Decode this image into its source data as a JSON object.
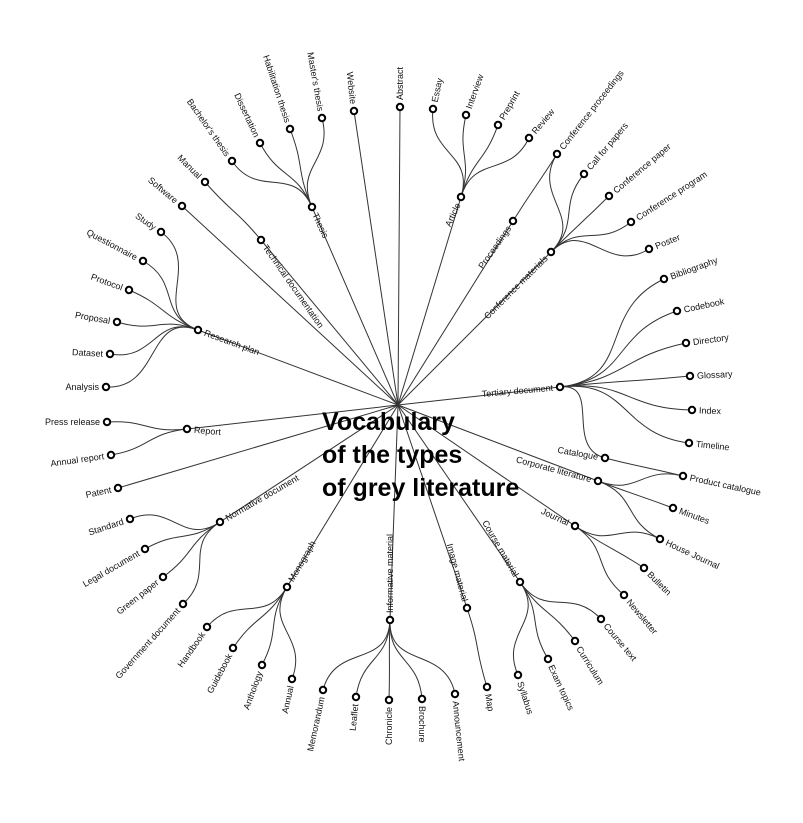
{
  "title": {
    "lines": [
      "Vocabulary",
      "of the types",
      "of grey literature"
    ]
  },
  "nodes": [
    {
      "label": "Thesis",
      "parents": [
        -1
      ]
    },
    {
      "label": "Bachelor's thesis",
      "parents": [
        0
      ]
    },
    {
      "label": "Dissertation",
      "parents": [
        0
      ]
    },
    {
      "label": "Habilitation thesis",
      "parents": [
        0
      ]
    },
    {
      "label": "Master's thesis",
      "parents": [
        0
      ]
    },
    {
      "label": "Website",
      "parents": [
        -1
      ]
    },
    {
      "label": "Abstract",
      "parents": [
        -1
      ]
    },
    {
      "label": "Article",
      "parents": [
        -1
      ]
    },
    {
      "label": "Essay",
      "parents": [
        7
      ]
    },
    {
      "label": "Interview",
      "parents": [
        7
      ]
    },
    {
      "label": "Preprint",
      "parents": [
        7
      ]
    },
    {
      "label": "Review",
      "parents": [
        7
      ]
    },
    {
      "label": "Proceedings",
      "parents": [
        -1
      ]
    },
    {
      "label": "Conference proceedings",
      "parents": [
        12,
        14
      ]
    },
    {
      "label": "Conference materials",
      "parents": [
        -1
      ]
    },
    {
      "label": "Call for papers",
      "parents": [
        14
      ]
    },
    {
      "label": "Conference paper",
      "parents": [
        14
      ]
    },
    {
      "label": "Conference program",
      "parents": [
        14
      ]
    },
    {
      "label": "Poster",
      "parents": [
        14
      ]
    },
    {
      "label": "Tertiary document",
      "parents": [
        -1
      ]
    },
    {
      "label": "Bibliography",
      "parents": [
        19
      ]
    },
    {
      "label": "Codebook",
      "parents": [
        19
      ]
    },
    {
      "label": "Directory",
      "parents": [
        19
      ]
    },
    {
      "label": "Glossary",
      "parents": [
        19
      ]
    },
    {
      "label": "Index",
      "parents": [
        19
      ]
    },
    {
      "label": "Timeline",
      "parents": [
        19
      ]
    },
    {
      "label": "Catalogue",
      "parents": [
        19
      ]
    },
    {
      "label": "Corporate literature",
      "parents": [
        -1
      ]
    },
    {
      "label": "Product catalogue",
      "parents": [
        26,
        27
      ]
    },
    {
      "label": "Minutes",
      "parents": [
        27
      ]
    },
    {
      "label": "House Journal",
      "parents": [
        27,
        31
      ]
    },
    {
      "label": "Journal",
      "parents": [
        -1
      ]
    },
    {
      "label": "Bulletin",
      "parents": [
        31
      ]
    },
    {
      "label": "Newsletter",
      "parents": [
        31
      ]
    },
    {
      "label": "Course material",
      "parents": [
        -1
      ]
    },
    {
      "label": "Course text",
      "parents": [
        34
      ]
    },
    {
      "label": "Curriculum",
      "parents": [
        34
      ]
    },
    {
      "label": "Exam topics",
      "parents": [
        34
      ]
    },
    {
      "label": "Syllabus",
      "parents": [
        34
      ]
    },
    {
      "label": "Image material",
      "parents": [
        -1
      ]
    },
    {
      "label": "Map",
      "parents": [
        39
      ]
    },
    {
      "label": "Informative material",
      "parents": [
        -1
      ]
    },
    {
      "label": "Memorandum",
      "parents": [
        41
      ]
    },
    {
      "label": "Leaflet",
      "parents": [
        41
      ]
    },
    {
      "label": "Chronicle",
      "parents": [
        41
      ]
    },
    {
      "label": "Brochure",
      "parents": [
        41
      ]
    },
    {
      "label": "Announcement",
      "parents": [
        41
      ]
    },
    {
      "label": "Monograph",
      "parents": [
        -1
      ]
    },
    {
      "label": "Handbook",
      "parents": [
        47
      ]
    },
    {
      "label": "Guidebook",
      "parents": [
        47
      ]
    },
    {
      "label": "Anthology",
      "parents": [
        47
      ]
    },
    {
      "label": "Annual",
      "parents": [
        47
      ]
    },
    {
      "label": "Normative document",
      "parents": [
        -1
      ]
    },
    {
      "label": "Standard",
      "parents": [
        52
      ]
    },
    {
      "label": "Legal document",
      "parents": [
        52
      ]
    },
    {
      "label": "Green paper",
      "parents": [
        52
      ]
    },
    {
      "label": "Government document",
      "parents": [
        52
      ]
    },
    {
      "label": "Patent",
      "parents": [
        -1
      ]
    },
    {
      "label": "Report",
      "parents": [
        -1
      ]
    },
    {
      "label": "Press release",
      "parents": [
        58
      ]
    },
    {
      "label": "Annual report",
      "parents": [
        58
      ]
    },
    {
      "label": "Research plan",
      "parents": [
        -1
      ]
    },
    {
      "label": "Study",
      "parents": [
        61
      ]
    },
    {
      "label": "Questionnaire",
      "parents": [
        61
      ]
    },
    {
      "label": "Protocol",
      "parents": [
        61
      ]
    },
    {
      "label": "Proposal",
      "parents": [
        61
      ]
    },
    {
      "label": "Dataset",
      "parents": [
        61
      ]
    },
    {
      "label": "Analysis",
      "parents": [
        61
      ]
    },
    {
      "label": "Software",
      "parents": [
        -1
      ]
    },
    {
      "label": "Manual",
      "parents": [
        70
      ]
    },
    {
      "label": "Technical documentation",
      "parents": [
        -1
      ]
    }
  ]
}
